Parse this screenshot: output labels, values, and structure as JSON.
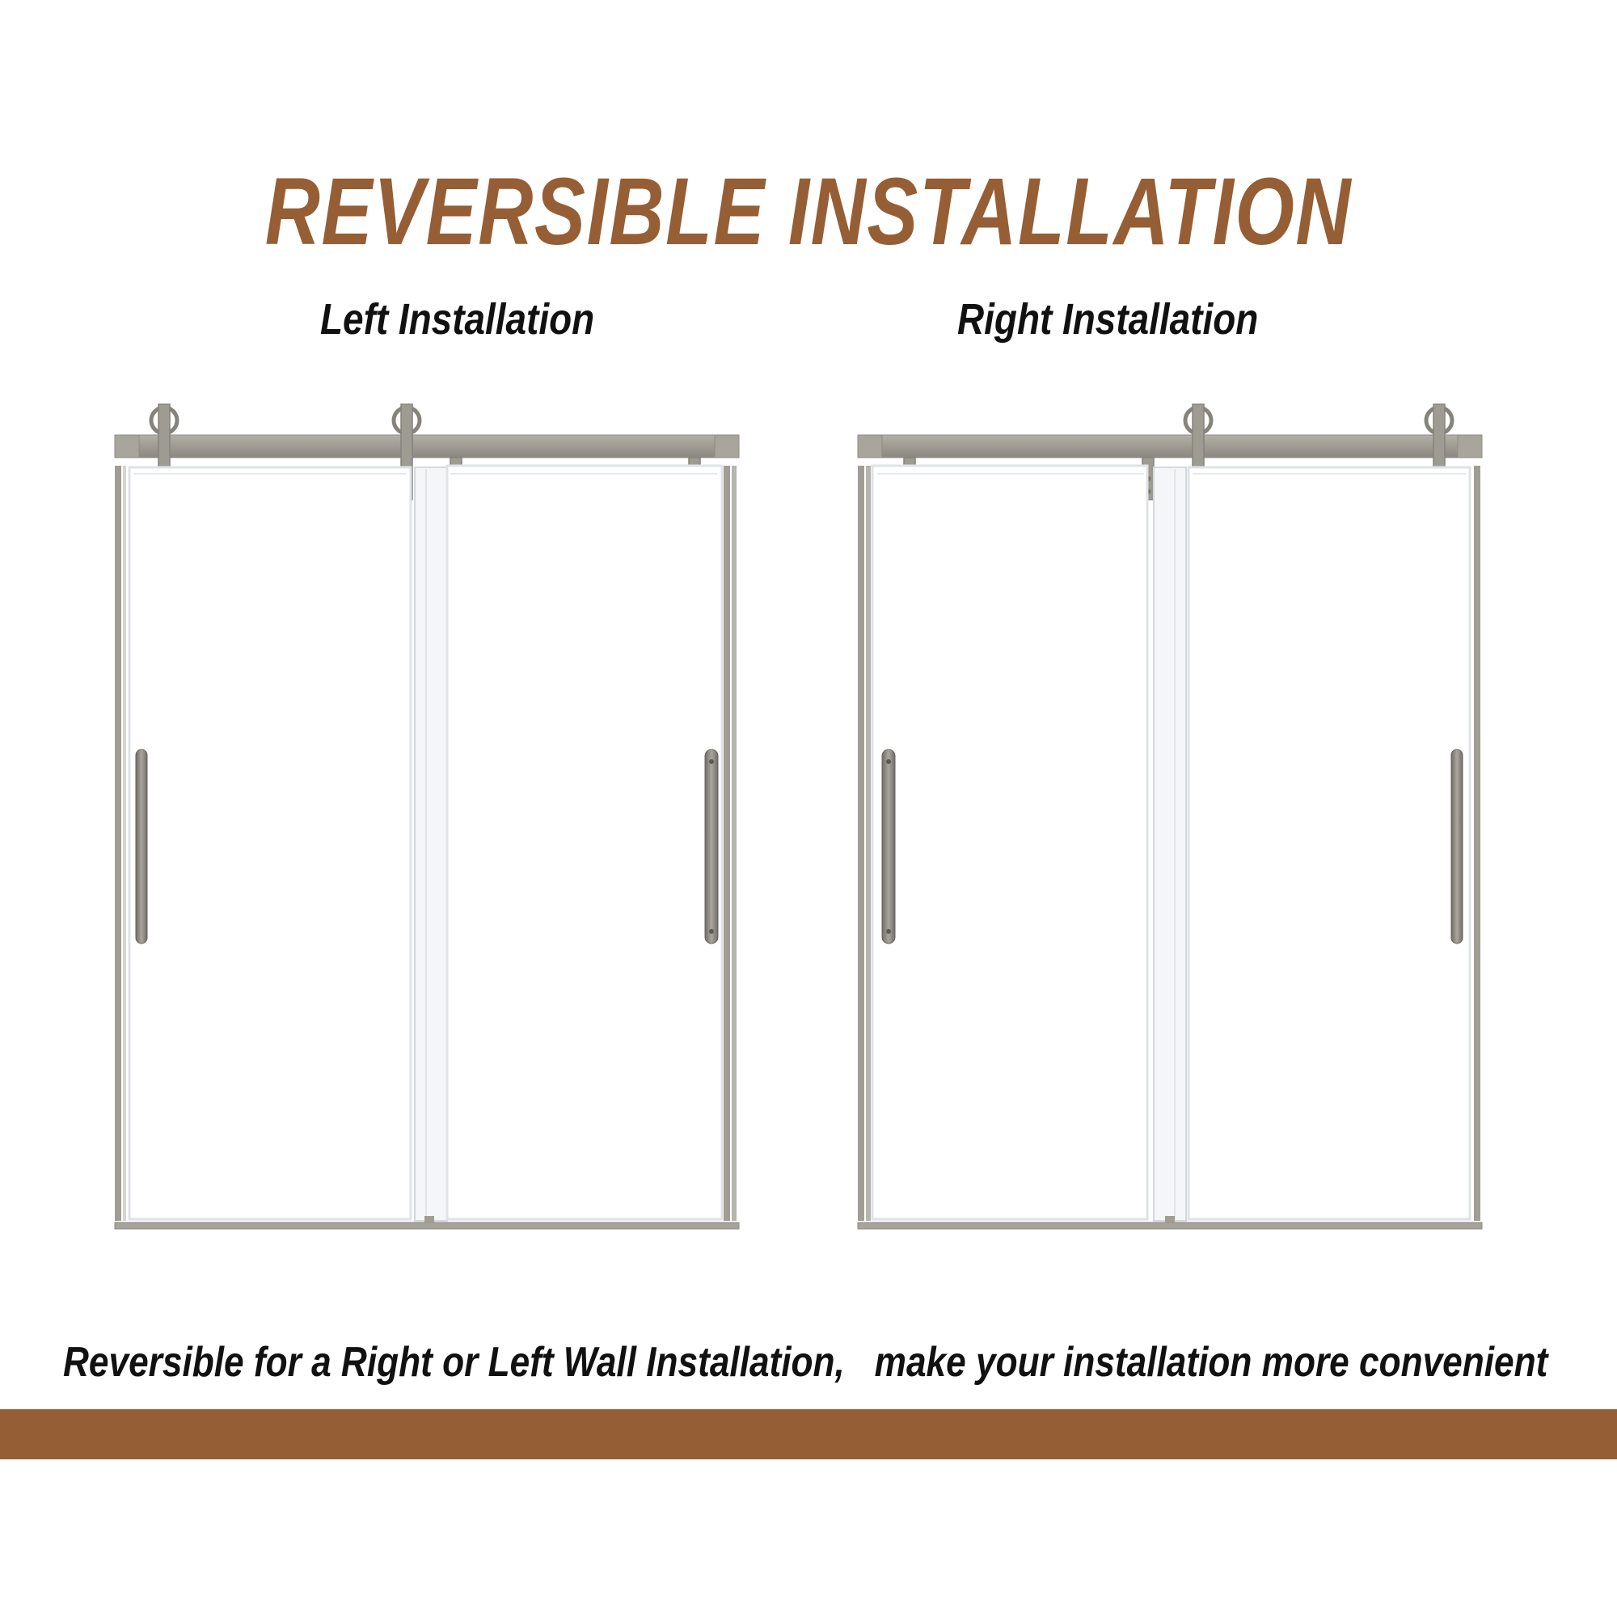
{
  "title": "REVERSIBLE INSTALLATION",
  "variants": [
    {
      "label": "Left Installation"
    },
    {
      "label": "Right Installation"
    }
  ],
  "footer": "Reversible for a Right or Left Wall Installation,   make your installation more convenient",
  "colors": {
    "brand": "#955e34",
    "text": "#111111",
    "hardware": "#9a978f",
    "hardware_dark": "#7c7a73",
    "glass_edge": "#d9dde0",
    "background": "#ffffff"
  },
  "icons": [
    "sliding-shower-door-left",
    "sliding-shower-door-right"
  ]
}
